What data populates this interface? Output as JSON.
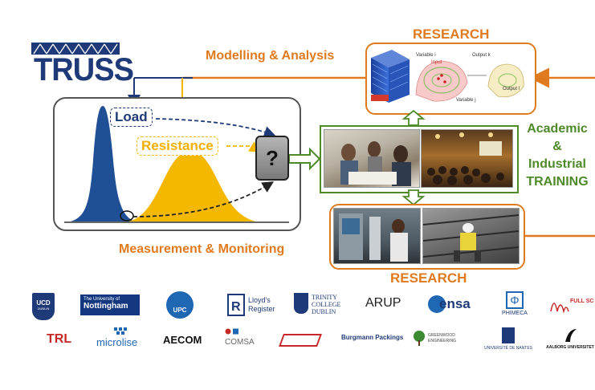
{
  "brand": {
    "name": "TRUSS"
  },
  "labels": {
    "research_top": "RESEARCH",
    "research_bottom": "RESEARCH",
    "modelling": "Modelling & Analysis",
    "measurement": "Measurement & Monitoring",
    "training_line1": "Academic",
    "training_line2": "&",
    "training_line3": "Industrial",
    "training_line4": "TRAINING"
  },
  "diagram": {
    "load": "Load",
    "resistance": "Resistance",
    "question": "?"
  },
  "model_figure": {
    "variable_i": "Variable i",
    "input": "Input",
    "output_k": "Output k",
    "output_l": "Output l",
    "variable_j": "Variable j"
  },
  "partners": {
    "row1": {
      "ucd_line1": "UCD",
      "ucd_line2": "DUBLIN",
      "nottingham_line1": "The University of",
      "nottingham_line2": "Nottingham",
      "upc": "UPC",
      "lloyds_line1": "Lloyd's",
      "lloyds_line2": "Register",
      "tcd_line1": "TRINITY",
      "tcd_line2": "COLLEGE",
      "tcd_line3": "DUBLIN",
      "arup": "ARUP",
      "ensa": "ensa",
      "phimeca": "PHIMECA",
      "fullscale": "FULL SC"
    },
    "row2": {
      "trl": "TRL",
      "microlise": "microlise",
      "aecom": "AECOM",
      "comsa": "COMSA",
      "burgmann": "Burgmann Packings",
      "greenwood_line1": "GREENWOOD",
      "greenwood_line2": "ENGINEERING",
      "nantes": "UNIVERSITÉ DE NANTES",
      "aalborg": "AALBORG UNIVERSITET"
    }
  },
  "colors": {
    "orange": "#e07a1f",
    "green": "#4e8a2a",
    "navy": "#1f3a78",
    "gold": "#f5b800",
    "blue_curve": "#1f4f94"
  },
  "icons": [
    "truss-logo-icon",
    "arrow-right-icon",
    "arrow-left-icon",
    "arrow-up-icon",
    "arrow-down-icon"
  ]
}
